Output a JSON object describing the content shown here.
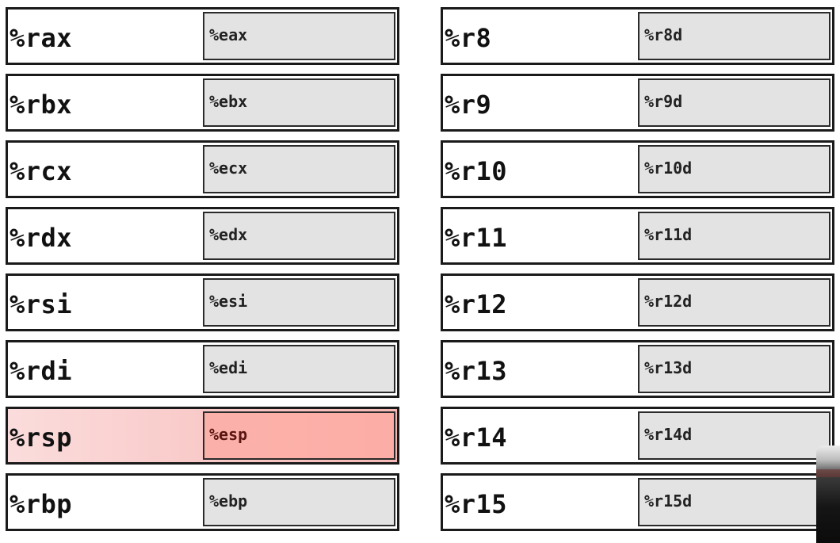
{
  "header": {
    "title_fragment": ""
  },
  "left_registers": [
    {
      "r64": "%rax",
      "r32": "%eax"
    },
    {
      "r64": "%rbx",
      "r32": "%ebx"
    },
    {
      "r64": "%rcx",
      "r32": "%ecx"
    },
    {
      "r64": "%rdx",
      "r32": "%edx"
    },
    {
      "r64": "%rsi",
      "r32": "%esi"
    },
    {
      "r64": "%rdi",
      "r32": "%edi"
    },
    {
      "r64": "%rsp",
      "r32": "%esp"
    },
    {
      "r64": "%rbp",
      "r32": "%ebp"
    }
  ],
  "right_registers": [
    {
      "r64": "%r8",
      "r32": "%r8d"
    },
    {
      "r64": "%r9",
      "r32": "%r9d"
    },
    {
      "r64": "%r10",
      "r32": "%r10d"
    },
    {
      "r64": "%r11",
      "r32": "%r11d"
    },
    {
      "r64": "%r12",
      "r32": "%r12d"
    },
    {
      "r64": "%r13",
      "r32": "%r13d"
    },
    {
      "r64": "%r14",
      "r32": "%r14d"
    },
    {
      "r64": "%r15",
      "r32": "%r15d"
    }
  ],
  "highlight": {
    "register": "%rsp",
    "color": "#f6b9b6"
  },
  "colors": {
    "border": "#1a1a1a",
    "sub_register_fill": "#e3e3e3",
    "highlight_fill": "#fcaea6"
  }
}
